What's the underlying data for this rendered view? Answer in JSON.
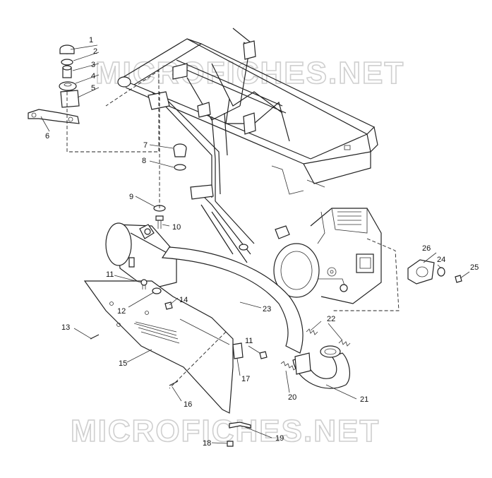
{
  "watermark": {
    "top": "MICROFICHES.NET",
    "bottom": "MICROFICHES.NET"
  },
  "callouts": {
    "c1": "1",
    "c2": "2",
    "c3": "3",
    "c4": "4",
    "c5": "5",
    "c6": "6",
    "c7": "7",
    "c8": "8",
    "c9": "9",
    "c10": "10",
    "c11a": "11",
    "c11b": "11",
    "c12": "12",
    "c13": "13",
    "c14": "14",
    "c15": "15",
    "c16": "16",
    "c17": "17",
    "c18": "18",
    "c19": "19",
    "c20": "20",
    "c21": "21",
    "c22": "22",
    "c23": "23",
    "c24": "24",
    "c25": "25",
    "c26": "26"
  }
}
